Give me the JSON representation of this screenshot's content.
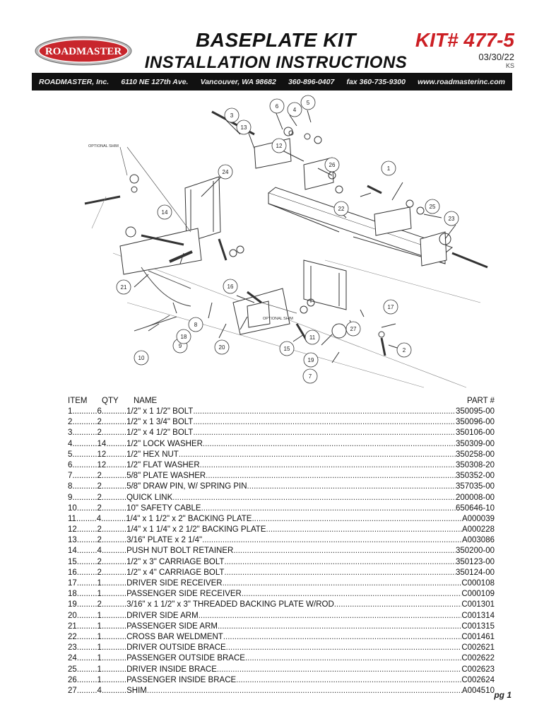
{
  "header": {
    "logo_text": "ROADMASTER",
    "title_line1": "BASEPLATE KIT",
    "title_line2": "INSTALLATION INSTRUCTIONS",
    "kit_number": "KIT# 477-5",
    "date": "03/30/22",
    "initials": "KS"
  },
  "contact_bar": {
    "company": "ROADMASTER, Inc.",
    "address": "6110 NE 127th Ave.",
    "city": "Vancouver, WA 98682",
    "phone": "360-896-0407",
    "fax": "fax 360-735-9300",
    "website": "www.roadmasterinc.com"
  },
  "diagram": {
    "labels": {
      "optional_shim_1": "OPTIONAL SHIM",
      "optional_shim_2": "OPTIONAL SHIM",
      "c1": "1",
      "c2": "2",
      "c3": "3",
      "c4": "4",
      "c5": "5",
      "c6": "6",
      "c7": "7",
      "c8": "8",
      "c9": "9",
      "c10": "10",
      "c11": "11",
      "c12": "12",
      "c13": "13",
      "c14": "14",
      "c15": "15",
      "c16": "16",
      "c17": "17",
      "c18": "18",
      "c19": "19",
      "c20": "20",
      "c21": "21",
      "c22": "22",
      "c23": "23",
      "c24": "24",
      "c25": "25",
      "c26": "26",
      "c27": "27"
    }
  },
  "parts_list": {
    "headers": {
      "item": "ITEM",
      "qty": "QTY",
      "name": "NAME",
      "part": "PART #"
    },
    "rows": [
      {
        "lead": "1...........6...........1/2\" x 1 1/2\" BOLT",
        "part": "350095-00"
      },
      {
        "lead": "2...........2...........1/2\" x 1 3/4\" BOLT",
        "part": "350096-00"
      },
      {
        "lead": "3...........2...........1/2\" x 4 1/2\" BOLT",
        "part": "350106-00"
      },
      {
        "lead": "4...........14.........1/2\" LOCK WASHER",
        "part": "350309-00"
      },
      {
        "lead": "5...........12.........1/2\" HEX NUT",
        "part": "350258-00"
      },
      {
        "lead": "6...........12.........1/2\" FLAT WASHER",
        "part": "350308-20"
      },
      {
        "lead": "7...........2...........5/8\" PLATE WASHER",
        "part": "350352-00"
      },
      {
        "lead": "8...........2...........5/8\" DRAW PIN, W/ SPRING PIN",
        "part": "357035-00"
      },
      {
        "lead": "9...........2...........QUICK LINK",
        "part": "200008-00"
      },
      {
        "lead": "10.........2...........10\" SAFETY CABLE",
        "part": "650646-10"
      },
      {
        "lead": "11.........4...........1/4\" x 1 1/2\" x 2\" BACKING PLATE",
        "part": "A000039"
      },
      {
        "lead": "12.........2...........1/4\" x 1 1/4\" x 2 1/2\" BACKING PLATE",
        "part": "A000228"
      },
      {
        "lead": "13.........2...........3/16\" PLATE x 2 1/4\"",
        "part": "A003086"
      },
      {
        "lead": "14.........4...........PUSH NUT BOLT RETAINER",
        "part": "350200-00"
      },
      {
        "lead": "15.........2...........1/2\" x 3\" CARRIAGE BOLT",
        "part": "350123-00"
      },
      {
        "lead": "16.........2...........1/2\" x 4\" CARRIAGE BOLT",
        "part": "350124-00"
      },
      {
        "lead": "17.........1...........DRIVER SIDE RECEIVER",
        "part": "C000108"
      },
      {
        "lead": "18.........1...........PASSENGER SIDE RECEIVER",
        "part": "C000109"
      },
      {
        "lead": "19.........2...........3/16\" x 1 1/2\" x 3\" THREADED BACKING PLATE W/ROD",
        "part": "C001301"
      },
      {
        "lead": "20.........1...........DRIVER SIDE ARM",
        "part": "C001314"
      },
      {
        "lead": "21.........1...........PASSENGER SIDE ARM",
        "part": "C001315"
      },
      {
        "lead": "22.........1...........CROSS BAR WELDMENT",
        "part": "C001461"
      },
      {
        "lead": "23.........1...........DRIVER OUTSIDE BRACE",
        "part": "C002621"
      },
      {
        "lead": "24.........1...........PASSENGER OUTSIDE BRACE",
        "part": "C002622"
      },
      {
        "lead": "25.........1...........DRIVER INSIDE BRACE",
        "part": "C002623"
      },
      {
        "lead": "26.........1...........PASSENGER INSIDE BRACE",
        "part": "C002624"
      },
      {
        "lead": "27.........4...........SHIM",
        "part": "A004510"
      }
    ]
  },
  "footer": {
    "page": "pg 1"
  },
  "colors": {
    "accent": "#cc1f24",
    "bar": "#111111"
  }
}
